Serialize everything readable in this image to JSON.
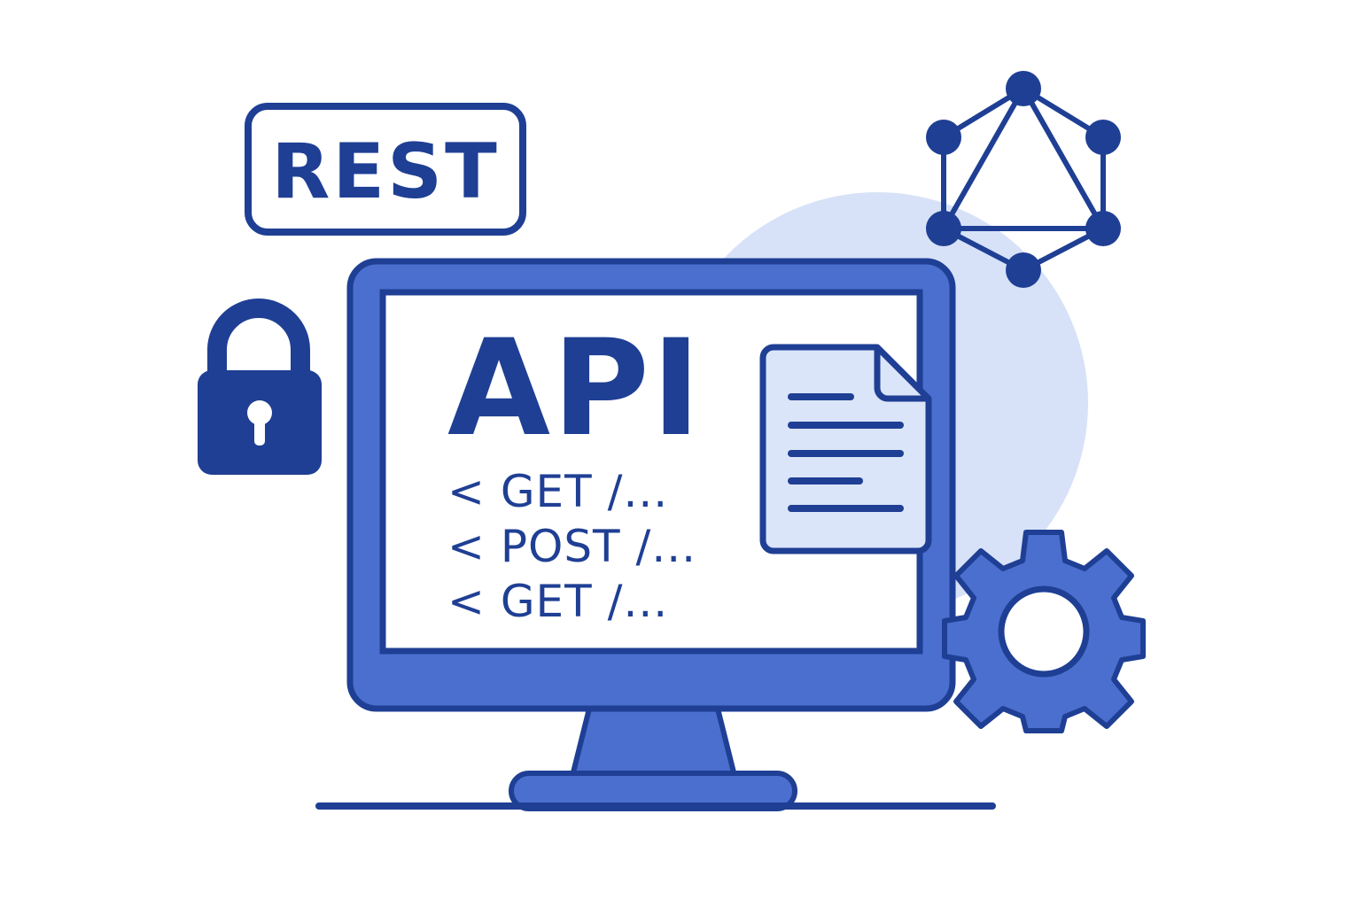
{
  "badge": {
    "label": "REST"
  },
  "screen": {
    "title": "API",
    "code_lines": [
      {
        "method": "GET",
        "path": "/..."
      },
      {
        "method": "POST",
        "path": "/..."
      },
      {
        "method": "GET",
        "path": "/..."
      }
    ]
  },
  "icons": {
    "lock": "lock-icon",
    "document": "document-icon",
    "graph": "graphql-network-icon",
    "gear": "gear-icon",
    "monitor": "monitor-icon"
  },
  "colors": {
    "primary_dark": "#1f3f94",
    "primary": "#4a6fcf",
    "light_circle": "#d7e2f8",
    "document_fill": "#dbe5f9",
    "screen_bg": "#ffffff"
  }
}
